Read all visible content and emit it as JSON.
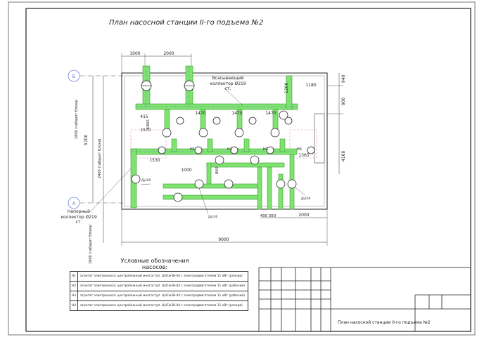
{
  "title": "План насосной станции II-го подъема №2",
  "axes": {
    "axis_b": "Б",
    "axis_a": "А"
  },
  "dimensions": {
    "top_1": "1000",
    "top_2": "2000",
    "right_1": "1180",
    "right_2": "1200",
    "right_940": "940",
    "right_900": "900",
    "right_4160": "4160",
    "right_1365": "1365",
    "left_5700": "5700",
    "left_2400": "2400 (габарит блока)",
    "left_1800_top": "1800 (габарит блока)",
    "left_1800_bottom": "1800 (габарит блока)",
    "d_1470_a": "1470",
    "d_1470_b": "1470",
    "d_1470_c": "1470",
    "d_415": "415",
    "d_1865": "1865",
    "d_1570": "1570",
    "d_1530": "1530",
    "d_1000_mid": "1000",
    "d_860": "860",
    "bottom_400": "400",
    "bottom_350": "350",
    "bottom_2000": "2000",
    "bottom_9000": "9000"
  },
  "labels": {
    "suction": "Всасывающий коллектор Ø219 ст.",
    "pressure": "Напорный коллектор Ø219 ст.",
    "pump_h1": "Н1",
    "pump_h2": "Н2",
    "pump_h3": "Н3",
    "pump_h4": "Н4",
    "dn100_a": "Ду100",
    "dn100_b": "Ду100",
    "dn100_c": "Ду100"
  },
  "legend": {
    "title_line1": "Условные обозначения",
    "title_line2": "насосов:",
    "rows": [
      {
        "code": "Н1",
        "text": "агрегат электронасос центробежный многоступ. ЦНСм38-44 с электродвигателем 11 кВт (резерв)"
      },
      {
        "code": "Н2",
        "text": "агрегат электронасос центробежный многоступ. ЦНСм38-44 с электродвигателем 11 кВт (рабочий)"
      },
      {
        "code": "Н3",
        "text": "агрегат электронасос центробежный многоступ. ЦНСм38-44 с электродвигателем 11 кВт (рабочий)"
      },
      {
        "code": "Н4",
        "text": "агрегат электронасос центробежный многоступ. ЦНСм38-44 с электродвигателем 11 кВт (резерв)"
      }
    ]
  },
  "title_block": {
    "name": "План насосной станции II-го подъема №2"
  },
  "colors": {
    "pipe": "#7ee36f",
    "pipe_dark": "#3e9e33",
    "line": "#222222",
    "dash_pink": "#e58ac9",
    "dash_blue": "#6c7fd6"
  }
}
